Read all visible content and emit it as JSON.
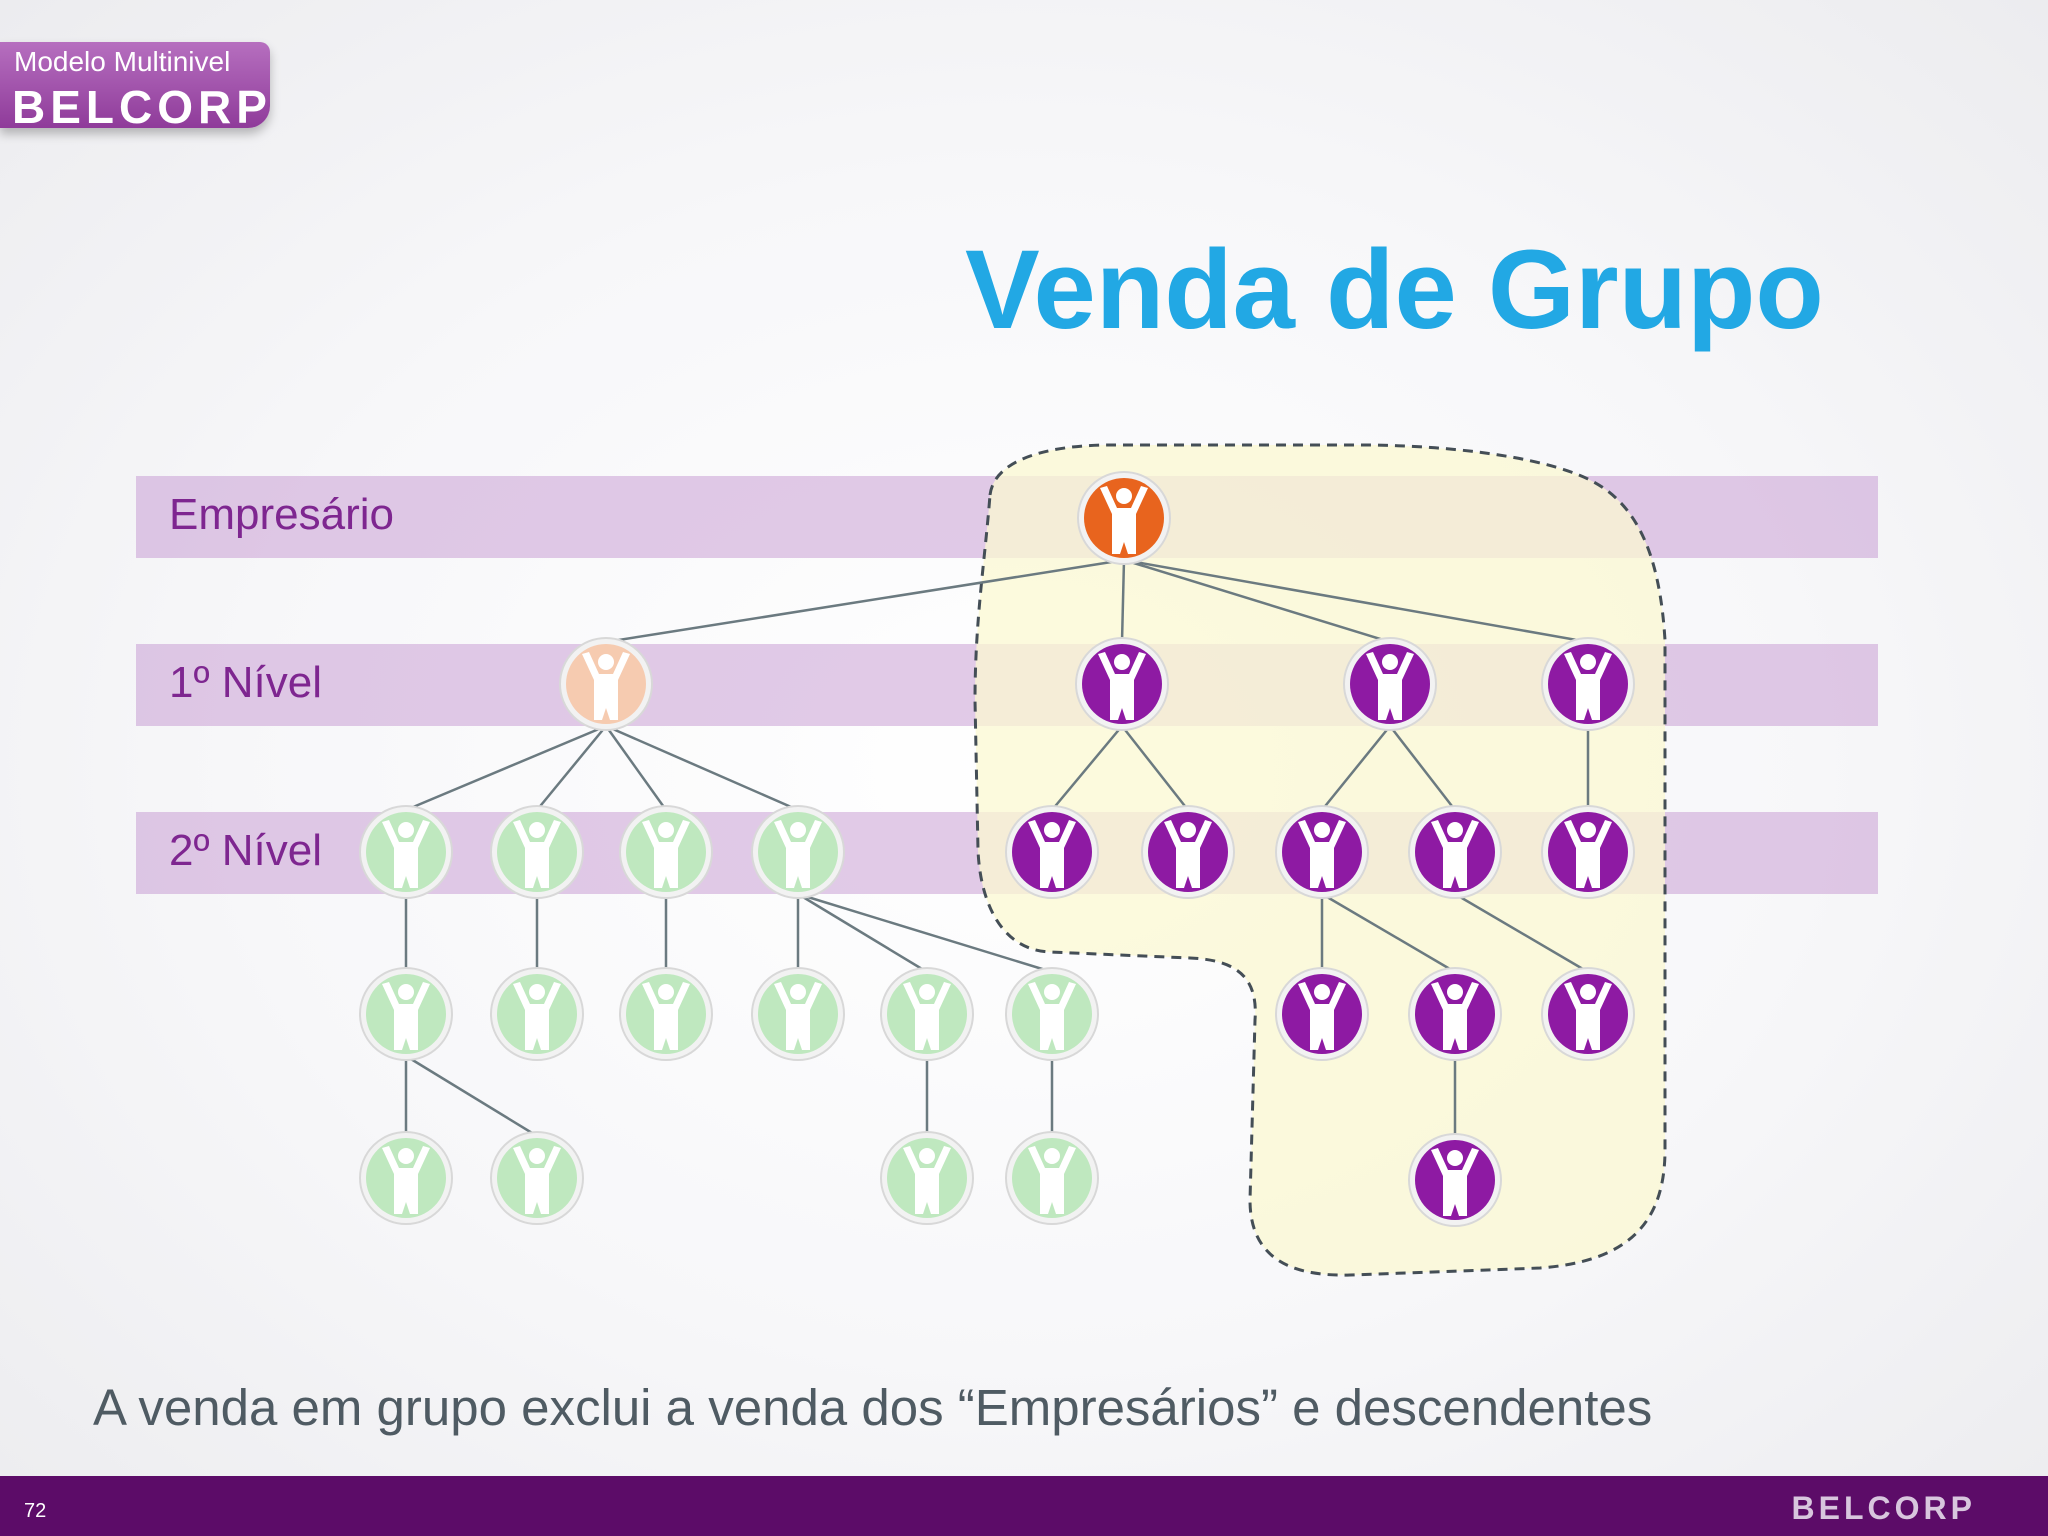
{
  "badge": {
    "subtitle": "Modelo Multinivel",
    "brand": "BELCORP"
  },
  "title": "Venda de Grupo",
  "levels": {
    "empresario": "Empresário",
    "nivel1": "1º Nível",
    "nivel2": "2º Nível"
  },
  "caption": "A venda em grupo exclui a venda dos “Empresários” e descendentes",
  "footer": {
    "page_number": "72",
    "brand": "BELCORP"
  },
  "colors": {
    "title": "#22a8e4",
    "level_band": "#d9c1e3",
    "level_label": "#7e2690",
    "empresario_node": "#e8641e",
    "excluded_empresario_node": "#f6cbb0",
    "group_node": "#8e1aa3",
    "excluded_node": "#bfe8bf",
    "group_highlight": "#fbf8d2",
    "footer_bar": "#5c0c68"
  },
  "icons": {
    "node": "person-arms-up-icon"
  },
  "diagram": {
    "nodes": [
      {
        "id": "e0",
        "kind": "empresario"
      },
      {
        "id": "p1",
        "kind": "excluded-empresario"
      },
      {
        "id": "v1",
        "kind": "group"
      },
      {
        "id": "v2",
        "kind": "group"
      },
      {
        "id": "v3",
        "kind": "group"
      },
      {
        "id": "g1",
        "kind": "excluded"
      },
      {
        "id": "g2",
        "kind": "excluded"
      },
      {
        "id": "g3",
        "kind": "excluded"
      },
      {
        "id": "g4",
        "kind": "excluded"
      },
      {
        "id": "v4",
        "kind": "group"
      },
      {
        "id": "v5",
        "kind": "group"
      },
      {
        "id": "v6",
        "kind": "group"
      },
      {
        "id": "v7",
        "kind": "group"
      },
      {
        "id": "v8",
        "kind": "group"
      },
      {
        "id": "g5",
        "kind": "excluded"
      },
      {
        "id": "g6",
        "kind": "excluded"
      },
      {
        "id": "g7",
        "kind": "excluded"
      },
      {
        "id": "g8",
        "kind": "excluded"
      },
      {
        "id": "g9",
        "kind": "excluded"
      },
      {
        "id": "g10",
        "kind": "excluded"
      },
      {
        "id": "v9",
        "kind": "group"
      },
      {
        "id": "v10",
        "kind": "group"
      },
      {
        "id": "v11",
        "kind": "group"
      },
      {
        "id": "g11",
        "kind": "excluded"
      },
      {
        "id": "g12",
        "kind": "excluded"
      },
      {
        "id": "g13",
        "kind": "excluded"
      },
      {
        "id": "g14",
        "kind": "excluded"
      },
      {
        "id": "v12",
        "kind": "group"
      }
    ],
    "edges": [
      [
        "e0",
        "p1"
      ],
      [
        "e0",
        "v1"
      ],
      [
        "e0",
        "v2"
      ],
      [
        "e0",
        "v3"
      ],
      [
        "p1",
        "g1"
      ],
      [
        "p1",
        "g2"
      ],
      [
        "p1",
        "g3"
      ],
      [
        "p1",
        "g4"
      ],
      [
        "v1",
        "v4"
      ],
      [
        "v1",
        "v5"
      ],
      [
        "v2",
        "v6"
      ],
      [
        "v2",
        "v7"
      ],
      [
        "v3",
        "v8"
      ],
      [
        "g1",
        "g5"
      ],
      [
        "g2",
        "g6"
      ],
      [
        "g3",
        "g7"
      ],
      [
        "g4",
        "g8"
      ],
      [
        "g4",
        "g9"
      ],
      [
        "g4",
        "g10"
      ],
      [
        "v6",
        "v9"
      ],
      [
        "v6",
        "v10"
      ],
      [
        "v7",
        "v11"
      ],
      [
        "g5",
        "g11"
      ],
      [
        "g5",
        "g12"
      ],
      [
        "g9",
        "g13"
      ],
      [
        "g10",
        "g14"
      ],
      [
        "v10",
        "v12"
      ]
    ]
  }
}
